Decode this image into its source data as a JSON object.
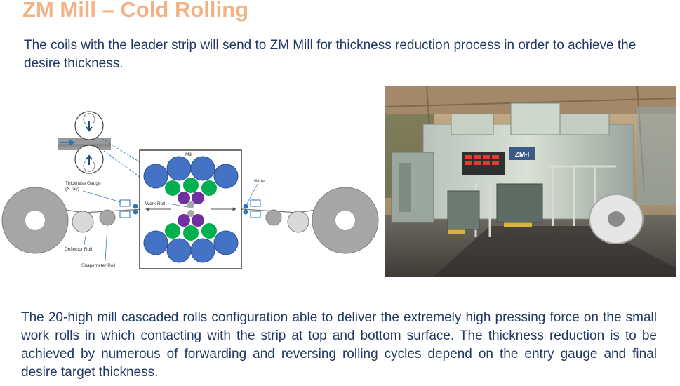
{
  "title": "ZM Mill – Cold Rolling",
  "intro_text": "The coils with the leader strip will send to ZM Mill for thickness reduction process in order to achieve the desire thickness.",
  "diagram": {
    "labels": {
      "mill": "Mill",
      "thickness_gauge": "Thickness Gauge",
      "thickness_gauge_sub": "(X-ray)",
      "work_roll": "Work Roll",
      "wiper": "Wiper",
      "deflector_roll": "Deflector Roll",
      "shapemeter_roll": "Shapemeter Roll"
    },
    "colors": {
      "backup_roll": "#4472c4",
      "intermediate_roll": "#00b050",
      "inner_roll": "#7030a0",
      "coil": "#a6a6a6",
      "arrow": "#2e75b6"
    }
  },
  "photo": {
    "sign_text": "ZM-I"
  },
  "body_text": "The 20-high mill cascaded rolls configuration able to deliver the extremely high pressing force on the small work rolls in which contacting with the strip at top and bottom surface. The thickness reduction is to be achieved by numerous of forwarding and reversing rolling cycles depend on the entry gauge and final desire target thickness."
}
